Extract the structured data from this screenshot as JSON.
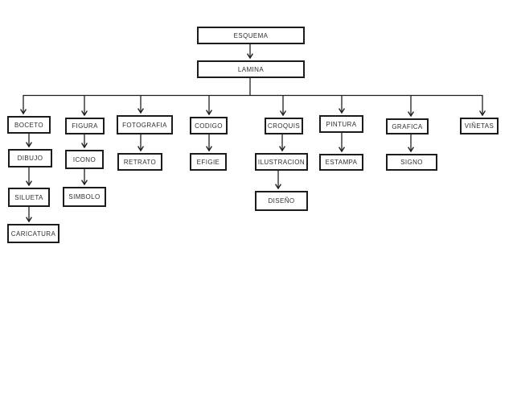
{
  "page": {
    "background": "#ffffff"
  },
  "colors": {
    "line": "#1f1f1f",
    "box_border": "#1c1c1c",
    "box_fill": "#ffffff",
    "text": "#2e2e2e"
  },
  "diagram": {
    "type": "tree-flowchart",
    "root": "ESQUEMA",
    "level2": "LAMINA",
    "branches": [
      [
        "BOCETO",
        "DIBUJO",
        "SILUETA",
        "CARICATURA"
      ],
      [
        "FIGURA",
        "ICONO",
        "SIMBOLO"
      ],
      [
        "FOTOGRAFIA",
        "RETRATO"
      ],
      [
        "CODIGO",
        "EFIGIE"
      ],
      [
        "CROQUIS",
        "ILUSTRACION",
        "DISEÑO"
      ],
      [
        "PINTURA",
        "ESTAMPA"
      ],
      [
        "GRAFICA",
        "SIGNO"
      ],
      [
        "VIÑETAS"
      ]
    ],
    "edges": [
      "ESQUEMA->LAMINA",
      "LAMINA->BOCETO",
      "LAMINA->FIGURA",
      "LAMINA->FOTOGRAFIA",
      "LAMINA->CODIGO",
      "LAMINA->CROQUIS",
      "LAMINA->PINTURA",
      "LAMINA->GRAFICA",
      "LAMINA->VIÑETAS",
      "BOCETO->DIBUJO",
      "DIBUJO->SILUETA",
      "SILUETA->CARICATURA",
      "FIGURA->ICONO",
      "ICONO->SIMBOLO",
      "FOTOGRAFIA->RETRATO",
      "CODIGO->EFIGIE",
      "CROQUIS->ILUSTRACION",
      "ILUSTRACION->DISEÑO",
      "PINTURA->ESTAMPA",
      "GRAFICA->SIGNO"
    ]
  }
}
